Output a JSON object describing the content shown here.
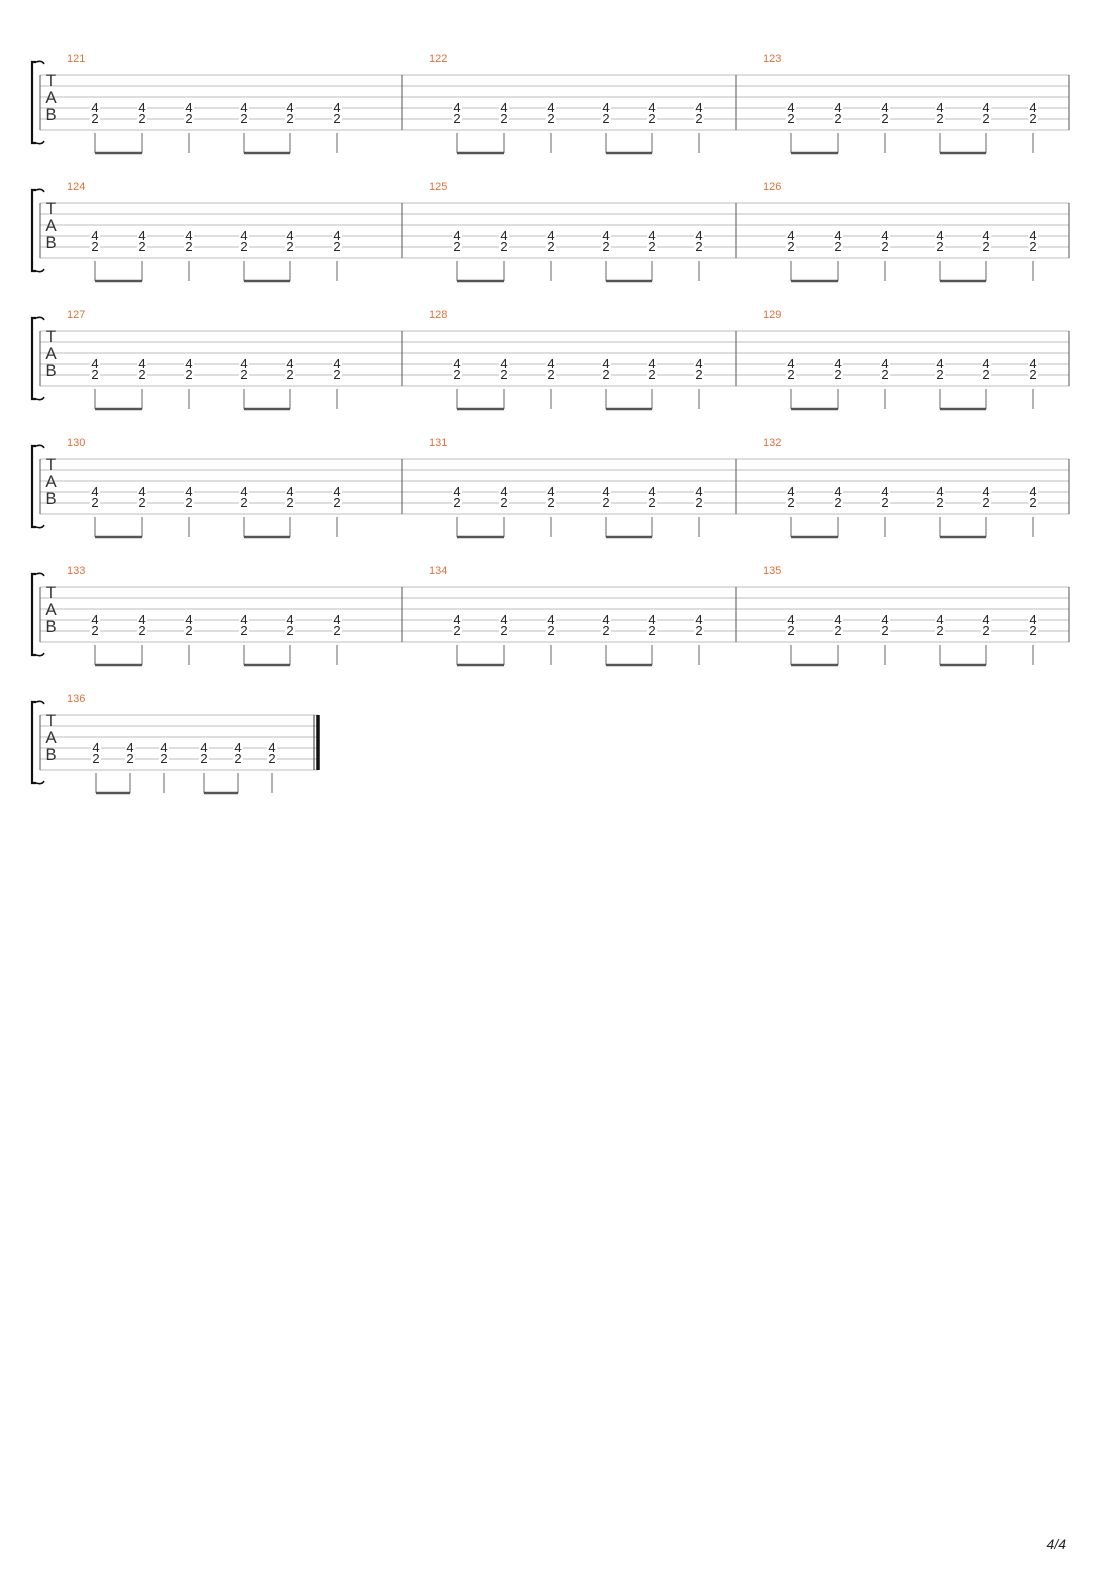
{
  "tab_clef": [
    "T",
    "A",
    "B"
  ],
  "page_number": "4/4",
  "colors": {
    "measure_number": "#e0703a",
    "staff_line": "#bdbdbd",
    "bar_line": "#555555",
    "fret_text": "#222222",
    "stem": "#666666",
    "beam": "#555555",
    "brace": "#111111"
  },
  "rhythm_pattern": [
    "eighth-beam-start",
    "eighth-beam-end",
    "quarter",
    "eighth-beam-start",
    "eighth-beam-end",
    "quarter"
  ],
  "measures": [
    {
      "number": "121",
      "chords": [
        [
          "4",
          "2"
        ],
        [
          "4",
          "2"
        ],
        [
          "4",
          "2"
        ],
        [
          "4",
          "2"
        ],
        [
          "4",
          "2"
        ],
        [
          "4",
          "2"
        ]
      ]
    },
    {
      "number": "122",
      "chords": [
        [
          "4",
          "2"
        ],
        [
          "4",
          "2"
        ],
        [
          "4",
          "2"
        ],
        [
          "4",
          "2"
        ],
        [
          "4",
          "2"
        ],
        [
          "4",
          "2"
        ]
      ]
    },
    {
      "number": "123",
      "chords": [
        [
          "4",
          "2"
        ],
        [
          "4",
          "2"
        ],
        [
          "4",
          "2"
        ],
        [
          "4",
          "2"
        ],
        [
          "4",
          "2"
        ],
        [
          "4",
          "2"
        ]
      ]
    },
    {
      "number": "124",
      "chords": [
        [
          "4",
          "2"
        ],
        [
          "4",
          "2"
        ],
        [
          "4",
          "2"
        ],
        [
          "4",
          "2"
        ],
        [
          "4",
          "2"
        ],
        [
          "4",
          "2"
        ]
      ]
    },
    {
      "number": "125",
      "chords": [
        [
          "4",
          "2"
        ],
        [
          "4",
          "2"
        ],
        [
          "4",
          "2"
        ],
        [
          "4",
          "2"
        ],
        [
          "4",
          "2"
        ],
        [
          "4",
          "2"
        ]
      ]
    },
    {
      "number": "126",
      "chords": [
        [
          "4",
          "2"
        ],
        [
          "4",
          "2"
        ],
        [
          "4",
          "2"
        ],
        [
          "4",
          "2"
        ],
        [
          "4",
          "2"
        ],
        [
          "4",
          "2"
        ]
      ]
    },
    {
      "number": "127",
      "chords": [
        [
          "4",
          "2"
        ],
        [
          "4",
          "2"
        ],
        [
          "4",
          "2"
        ],
        [
          "4",
          "2"
        ],
        [
          "4",
          "2"
        ],
        [
          "4",
          "2"
        ]
      ]
    },
    {
      "number": "128",
      "chords": [
        [
          "4",
          "2"
        ],
        [
          "4",
          "2"
        ],
        [
          "4",
          "2"
        ],
        [
          "4",
          "2"
        ],
        [
          "4",
          "2"
        ],
        [
          "4",
          "2"
        ]
      ]
    },
    {
      "number": "129",
      "chords": [
        [
          "4",
          "2"
        ],
        [
          "4",
          "2"
        ],
        [
          "4",
          "2"
        ],
        [
          "4",
          "2"
        ],
        [
          "4",
          "2"
        ],
        [
          "4",
          "2"
        ]
      ]
    },
    {
      "number": "130",
      "chords": [
        [
          "4",
          "2"
        ],
        [
          "4",
          "2"
        ],
        [
          "4",
          "2"
        ],
        [
          "4",
          "2"
        ],
        [
          "4",
          "2"
        ],
        [
          "4",
          "2"
        ]
      ]
    },
    {
      "number": "131",
      "chords": [
        [
          "4",
          "2"
        ],
        [
          "4",
          "2"
        ],
        [
          "4",
          "2"
        ],
        [
          "4",
          "2"
        ],
        [
          "4",
          "2"
        ],
        [
          "4",
          "2"
        ]
      ]
    },
    {
      "number": "132",
      "chords": [
        [
          "4",
          "2"
        ],
        [
          "4",
          "2"
        ],
        [
          "4",
          "2"
        ],
        [
          "4",
          "2"
        ],
        [
          "4",
          "2"
        ],
        [
          "4",
          "2"
        ]
      ]
    },
    {
      "number": "133",
      "chords": [
        [
          "4",
          "2"
        ],
        [
          "4",
          "2"
        ],
        [
          "4",
          "2"
        ],
        [
          "4",
          "2"
        ],
        [
          "4",
          "2"
        ],
        [
          "4",
          "2"
        ]
      ]
    },
    {
      "number": "134",
      "chords": [
        [
          "4",
          "2"
        ],
        [
          "4",
          "2"
        ],
        [
          "4",
          "2"
        ],
        [
          "4",
          "2"
        ],
        [
          "4",
          "2"
        ],
        [
          "4",
          "2"
        ]
      ]
    },
    {
      "number": "135",
      "chords": [
        [
          "4",
          "2"
        ],
        [
          "4",
          "2"
        ],
        [
          "4",
          "2"
        ],
        [
          "4",
          "2"
        ],
        [
          "4",
          "2"
        ],
        [
          "4",
          "2"
        ]
      ]
    },
    {
      "number": "136",
      "chords": [
        [
          "4",
          "2"
        ],
        [
          "4",
          "2"
        ],
        [
          "4",
          "2"
        ],
        [
          "4",
          "2"
        ],
        [
          "4",
          "2"
        ],
        [
          "4",
          "2"
        ]
      ]
    }
  ]
}
